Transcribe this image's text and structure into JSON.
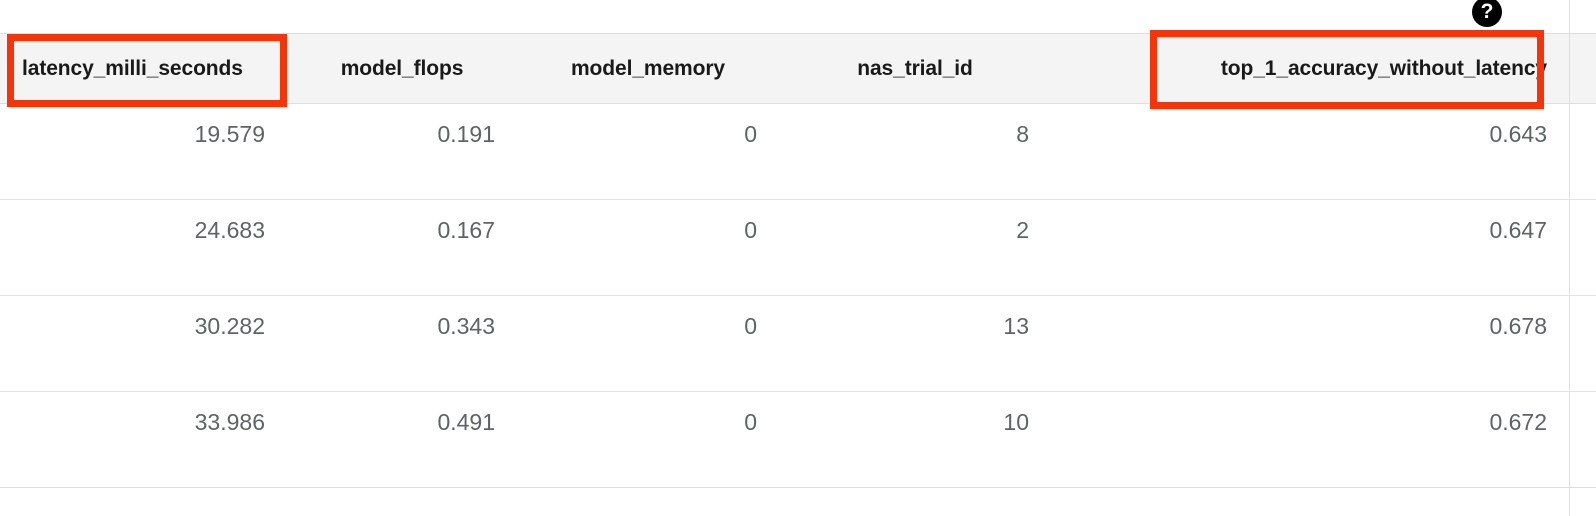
{
  "help": {
    "icon": "help-circle-icon",
    "glyph": "?"
  },
  "annotations": {
    "accent_color": "#f4340a",
    "highlighted_columns": [
      "latency_milli_seconds",
      "top_1_accuracy_without_latency"
    ]
  },
  "table": {
    "columns": [
      {
        "key": "latency_milli_seconds",
        "label": "latency_milli_seconds",
        "align": "left",
        "highlighted": true
      },
      {
        "key": "model_flops",
        "label": "model_flops",
        "align": "center",
        "highlighted": false
      },
      {
        "key": "model_memory",
        "label": "model_memory",
        "align": "center",
        "highlighted": false
      },
      {
        "key": "nas_trial_id",
        "label": "nas_trial_id",
        "align": "center",
        "highlighted": false
      },
      {
        "key": "top_1_accuracy_without_latency",
        "label": "top_1_accuracy_without_latency",
        "align": "right",
        "highlighted": true
      }
    ],
    "rows": [
      {
        "latency_milli_seconds": "19.579",
        "model_flops": "0.191",
        "model_memory": "0",
        "nas_trial_id": "8",
        "top_1_accuracy_without_latency": "0.643"
      },
      {
        "latency_milli_seconds": "24.683",
        "model_flops": "0.167",
        "model_memory": "0",
        "nas_trial_id": "2",
        "top_1_accuracy_without_latency": "0.647"
      },
      {
        "latency_milli_seconds": "30.282",
        "model_flops": "0.343",
        "model_memory": "0",
        "nas_trial_id": "13",
        "top_1_accuracy_without_latency": "0.678"
      },
      {
        "latency_milli_seconds": "33.986",
        "model_flops": "0.491",
        "model_memory": "0",
        "nas_trial_id": "10",
        "top_1_accuracy_without_latency": "0.672"
      }
    ]
  },
  "colors": {
    "header_bg": "#f4f4f4",
    "row_bg": "#ffffff",
    "grid_line": "#dedede",
    "header_text": "#1a1a1a",
    "cell_text": "#5f6368",
    "annotation": "#f4340a"
  }
}
